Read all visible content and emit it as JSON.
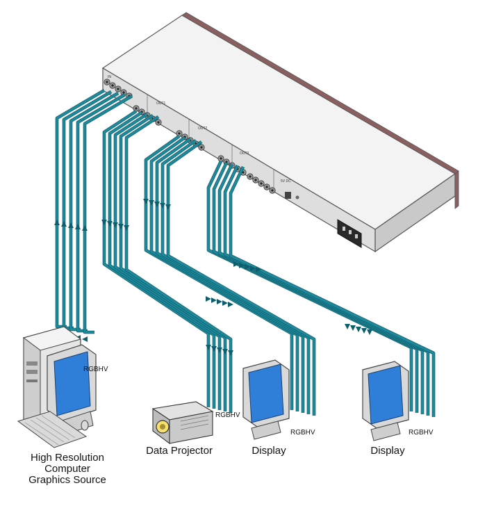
{
  "labels": {
    "source": [
      "High Resolution",
      "Computer",
      "Graphics Source"
    ],
    "projector": "Data Projector",
    "display1": "Display",
    "display2": "Display",
    "rgbhv_source": "RGBHV",
    "rgbhv_projector": "RGBHV",
    "rgbhv_display1": "RGBHV",
    "rgbhv_display2": "RGBHV"
  },
  "panel": {
    "in": "IN",
    "out1": "OUT1",
    "out2": "OUT2",
    "out3": "OUT3",
    "power": "5V DC"
  },
  "colors": {
    "cable": "#1d8a9c",
    "cable_edge": "#0d4f5b",
    "chassis_top": "#f2f2f2",
    "chassis_front": "#dcdcdc"
  }
}
